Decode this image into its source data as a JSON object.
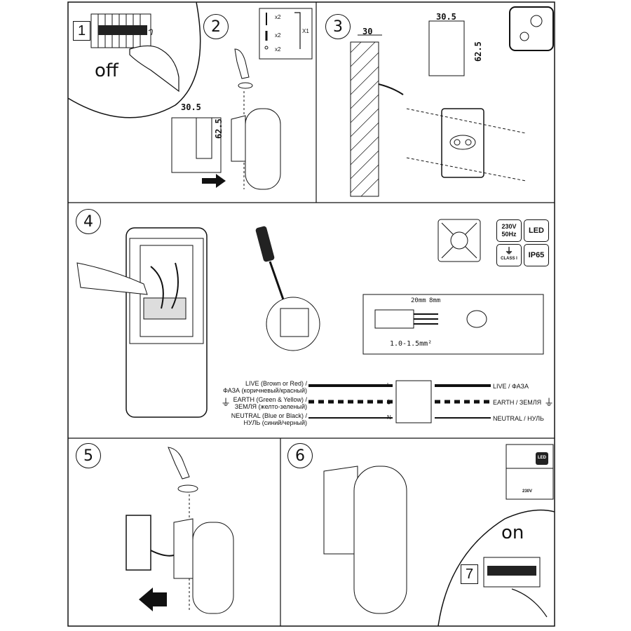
{
  "steps": {
    "s1": "1",
    "s2": "2",
    "s3": "3",
    "s4": "4",
    "s5": "5",
    "s6": "6",
    "s7": "7"
  },
  "power": {
    "off": "off",
    "on": "on"
  },
  "parts": {
    "qty1": "x2",
    "qty2": "x2",
    "qty3": "x2",
    "qty_key": "X1"
  },
  "dimensions": {
    "mount_width": "30.5",
    "mount_height": "62.5",
    "wall_offset": "30",
    "strip_outer": "20mm",
    "strip_inner": "8mm",
    "wire_gauge": "1.0-1.5mm²"
  },
  "specs": {
    "voltage": "230V 50Hz",
    "led": "LED",
    "class": "CLASS I",
    "ip": "IP65"
  },
  "wiring": {
    "live_label": "LIVE (Brown or Red) /",
    "live_label_ru": "ФАЗА (коричневый/красный)",
    "earth_label": "EARTH (Green & Yellow) /",
    "earth_label_ru": "ЗЕМЛЯ (желто-зеленый)",
    "neutral_label": "NEUTRAL (Blue or Black) /",
    "neutral_label_ru": "НУЛЬ (синий/черный)",
    "live_right": "LIVE / ФАЗА",
    "earth_right": "EARTH / ЗЕМЛЯ",
    "neutral_right": "NEUTRAL / НУЛЬ",
    "term_l": "L",
    "term_e": "⏚",
    "term_n": "N"
  },
  "step6": {
    "led_badge": "LED",
    "voltage_small": "230V"
  }
}
